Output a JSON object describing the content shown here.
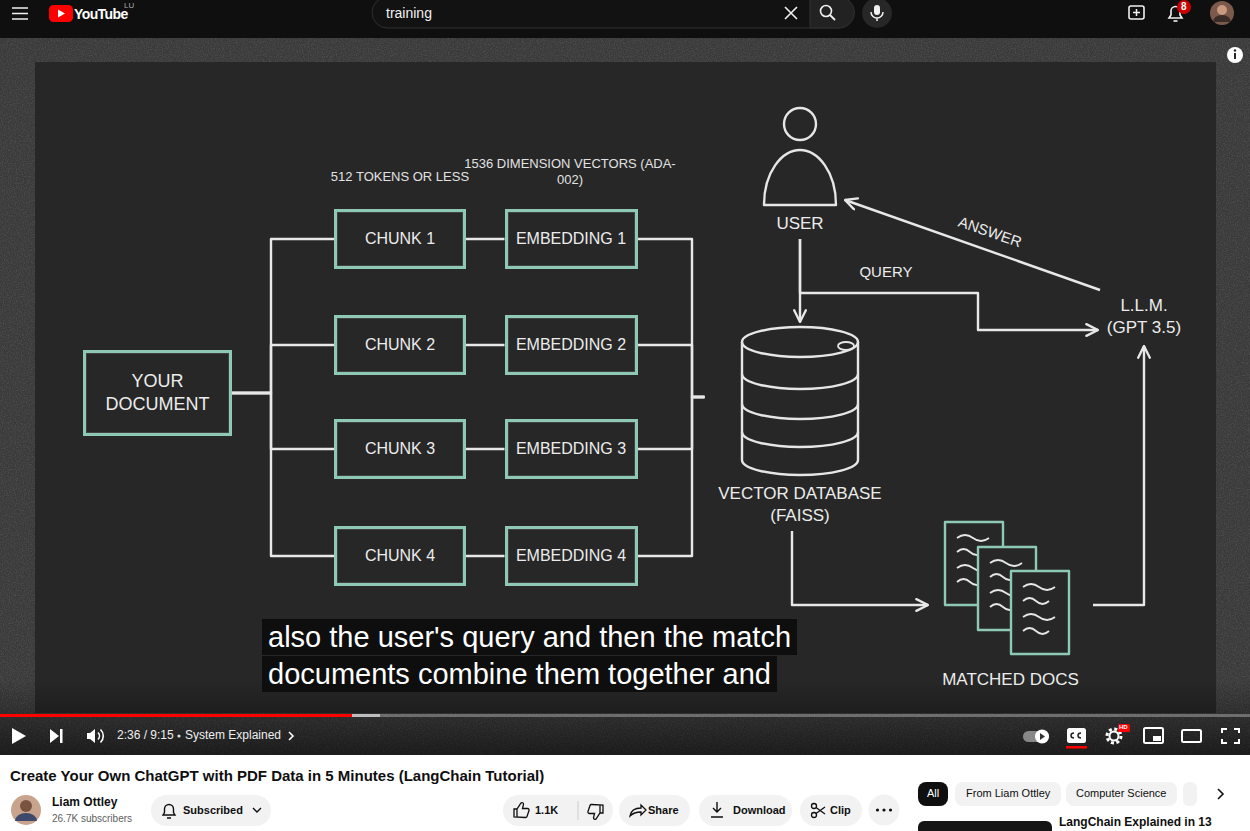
{
  "diagram": {
    "nodes": [
      {
        "text": [
          "YOUR DOCUMENT"
        ]
      },
      {
        "text": [
          "CHUNK 1"
        ]
      },
      {
        "text": [
          "CHUNK 2"
        ]
      },
      {
        "text": [
          "CHUNK 3"
        ]
      },
      {
        "text": [
          "CHUNK 4"
        ]
      },
      {
        "text": [
          "EMBEDDING 1"
        ]
      },
      {
        "text": [
          "EMBEDDING 2"
        ]
      },
      {
        "text": [
          "EMBEDDING 3"
        ]
      },
      {
        "text": [
          "EMBEDDING 4"
        ]
      },
      {
        "text": [
          "USER"
        ]
      },
      {
        "text": [
          "VECTOR DATABASE (FAISS)"
        ]
      },
      {
        "text": [
          "L.L.M. (GPT 3.5)"
        ]
      },
      {
        "text": [
          "MATCHED DOCS"
        ]
      }
    ],
    "edges": [
      {
        "from": 0,
        "to": 1,
        "arrow": "none"
      },
      {
        "from": 0,
        "to": 2,
        "arrow": "none"
      },
      {
        "from": 0,
        "to": 3,
        "arrow": "none"
      },
      {
        "from": 0,
        "to": 4,
        "arrow": "none"
      },
      {
        "from": 1,
        "to": 5,
        "arrow": "none"
      },
      {
        "from": 2,
        "to": 6,
        "arrow": "none"
      },
      {
        "from": 3,
        "to": 7,
        "arrow": "none"
      },
      {
        "from": 4,
        "to": 8,
        "arrow": "none"
      },
      {
        "from": 5,
        "to": 10,
        "arrow": "none"
      },
      {
        "from": 6,
        "to": 10,
        "arrow": "none"
      },
      {
        "from": 7,
        "to": 10,
        "arrow": "none"
      },
      {
        "from": 8,
        "to": 10,
        "arrow": "none"
      },
      {
        "from": 9,
        "to": 10,
        "arrow": "to"
      },
      {
        "from": 9,
        "to": 11,
        "label": "QUERY",
        "arrow": "to"
      },
      {
        "from": 11,
        "to": 9,
        "label": "ANSWER",
        "arrow": "to"
      },
      {
        "from": 10,
        "to": 12,
        "arrow": "to"
      },
      {
        "from": 12,
        "to": 11,
        "arrow": "to"
      }
    ],
    "labels": [
      "training",
      "8",
      "512 TOKENS OR LESS",
      "1536 DIMENSION VECTORS (ADA-002)",
      "also the user's query and then the match documents combine them together and",
      "2:36 / 9:15",
      "System Explained",
      "Create Your Own ChatGPT with PDF Data in 5 Minutes (LangChain Tutorial)",
      "Liam Ottley",
      "26.7K subscribers",
      "Subscribed",
      "1.1K",
      "Share",
      "Download",
      "Clip",
      "All",
      "From Liam Ottley",
      "Computer Science",
      "LangChain Explained in 13",
      "YouTube",
      "LU",
      "HD"
    ]
  }
}
